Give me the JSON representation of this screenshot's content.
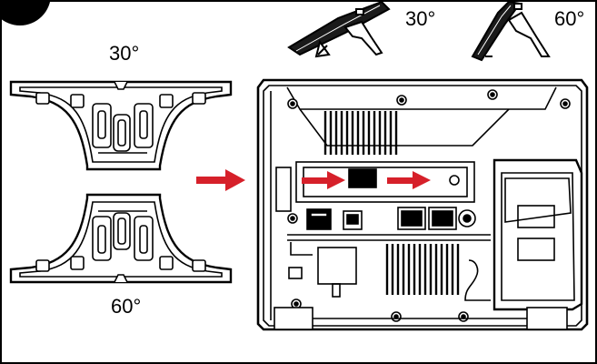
{
  "labels": {
    "phone_angle_30": "30°",
    "phone_angle_60": "60°",
    "stand_top_angle": "30°",
    "stand_bottom_angle": "60°"
  },
  "colors": {
    "line": "#000000",
    "arrow": "#d6202a",
    "background": "#ffffff",
    "hatch": "#000000"
  },
  "icons": [
    "step-number-badge-icon",
    "phone-side-30-icon",
    "phone-side-60-icon",
    "stand-30-icon",
    "stand-60-icon",
    "phone-back-icon",
    "insert-arrow-icon",
    "slide-arrow-icon"
  ]
}
